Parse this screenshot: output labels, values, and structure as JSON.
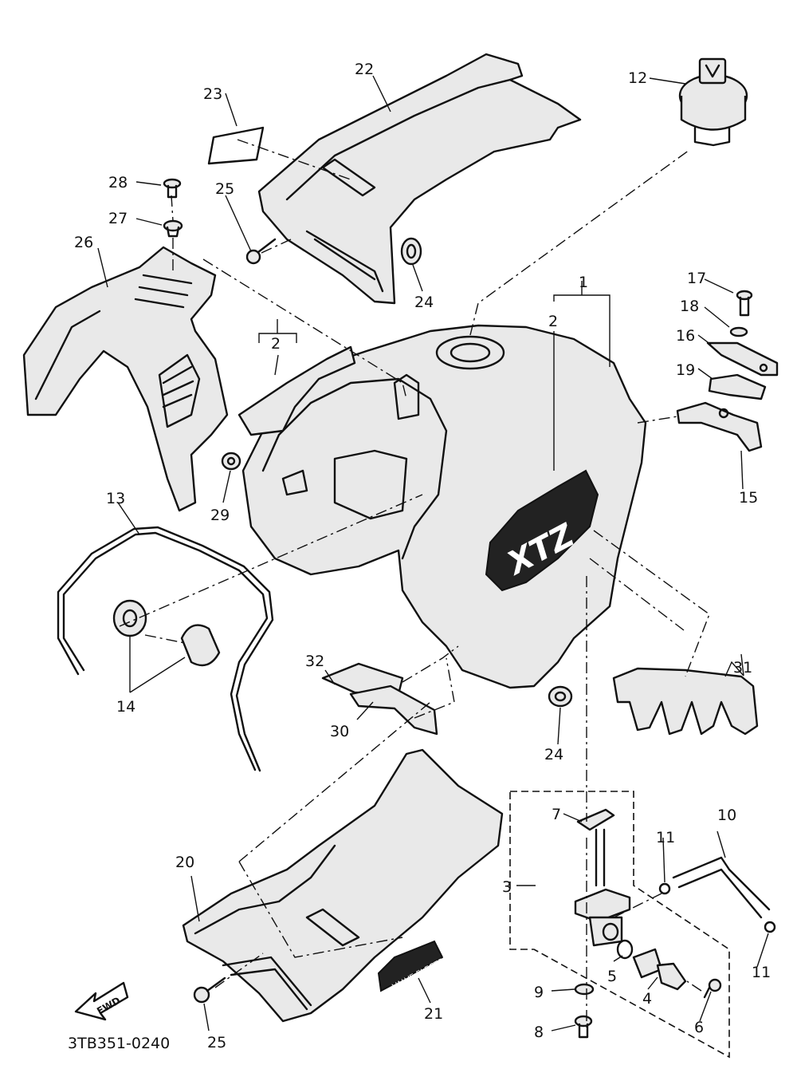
{
  "diagram_code": "3TB351-0240",
  "callouts": {
    "c1": "1",
    "c2a": "2",
    "c2b": "2",
    "c3": "3",
    "c4": "4",
    "c5": "5",
    "c6": "6",
    "c7": "7",
    "c8": "8",
    "c9": "9",
    "c10": "10",
    "c11a": "11",
    "c11b": "11",
    "c12": "12",
    "c13": "13",
    "c14": "14",
    "c15": "15",
    "c16": "16",
    "c17": "17",
    "c18": "18",
    "c19": "19",
    "c20": "20",
    "c21": "21",
    "c22": "22",
    "c23": "23",
    "c24a": "24",
    "c24b": "24",
    "c25a": "25",
    "c25b": "25",
    "c26": "26",
    "c27": "27",
    "c28": "28",
    "c29": "29",
    "c30": "30",
    "c31": "31",
    "c32": "32"
  },
  "tank_emblem": "XTZ",
  "decal_21_text": "VALVE ELECTRIC",
  "fwd_label": "FWD"
}
